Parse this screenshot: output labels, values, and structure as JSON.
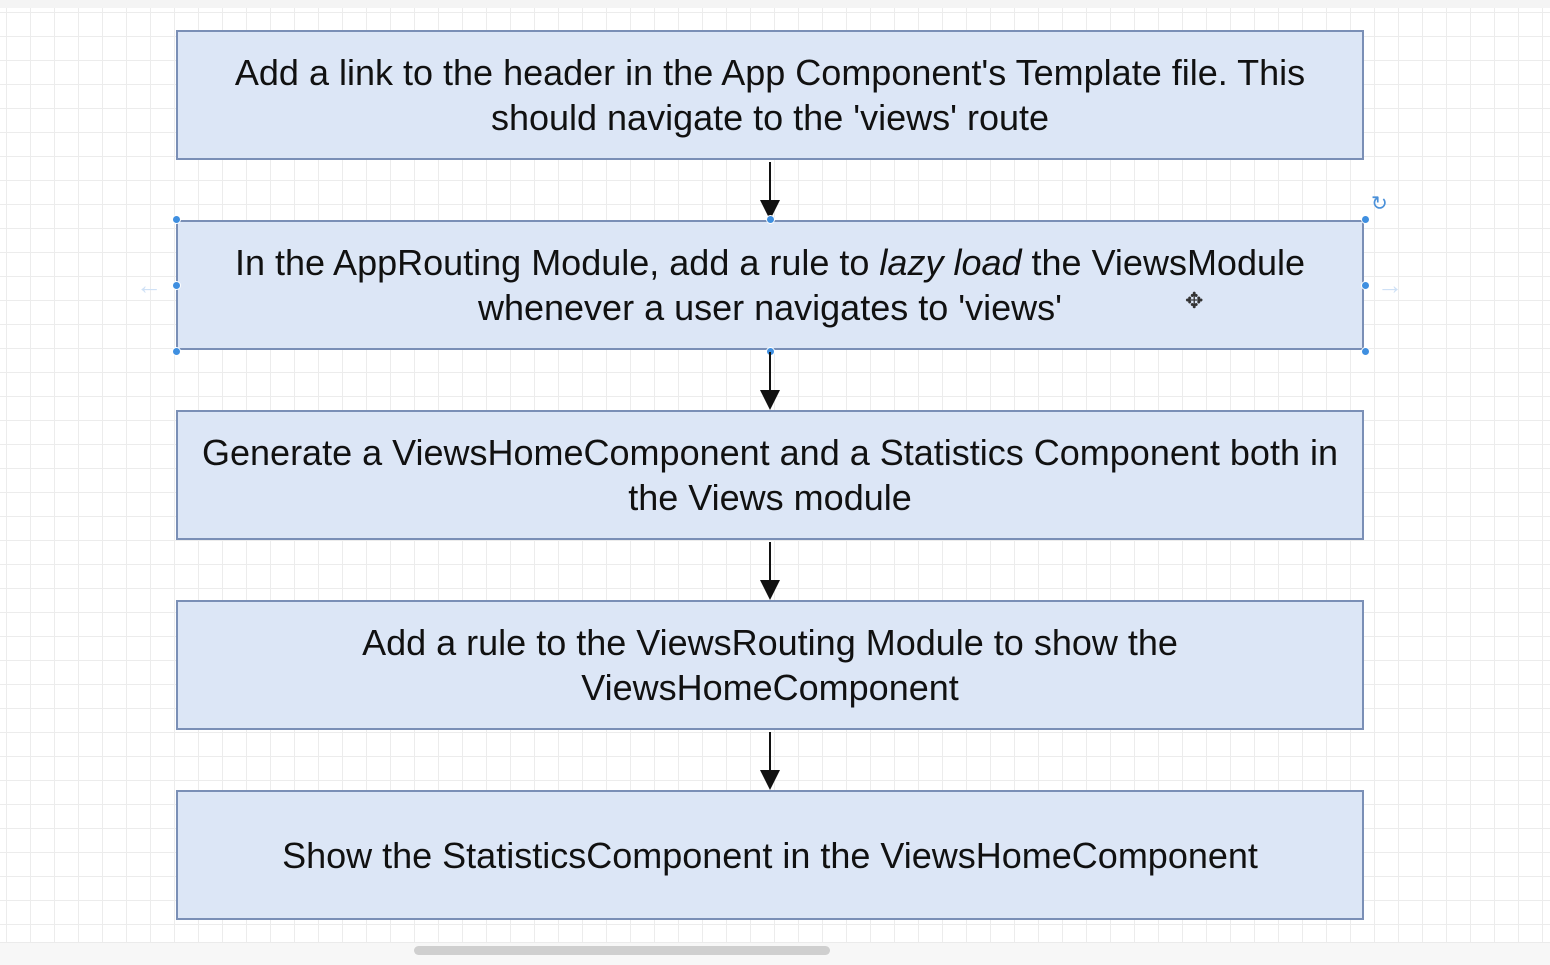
{
  "diagram": {
    "steps": [
      {
        "text": "Add a link to the header in the App Component's Template file.  This should navigate to the 'views' route"
      },
      {
        "text_before": "In the AppRouting Module, add a rule to ",
        "text_em": "lazy load",
        "text_after": " the ViewsModule whenever a user navigates to 'views'"
      },
      {
        "text": "Generate a ViewsHomeComponent and a Statistics Component both in the Views module"
      },
      {
        "text": "Add a rule to the ViewsRouting Module to show the ViewsHomeComponent"
      },
      {
        "text": "Show the StatisticsComponent in the ViewsHomeComponent"
      }
    ],
    "selected_step": 2
  },
  "colors": {
    "box_fill": "#dce6f6",
    "box_border": "#7a8fb6",
    "selection_handle": "#3f8fe0",
    "arrow": "#111111"
  },
  "icons": {
    "rotate": "rotate-icon",
    "move_cursor": "move-cursor-icon",
    "hint_arrows": "arrow-left-icon / arrow-right-icon"
  }
}
